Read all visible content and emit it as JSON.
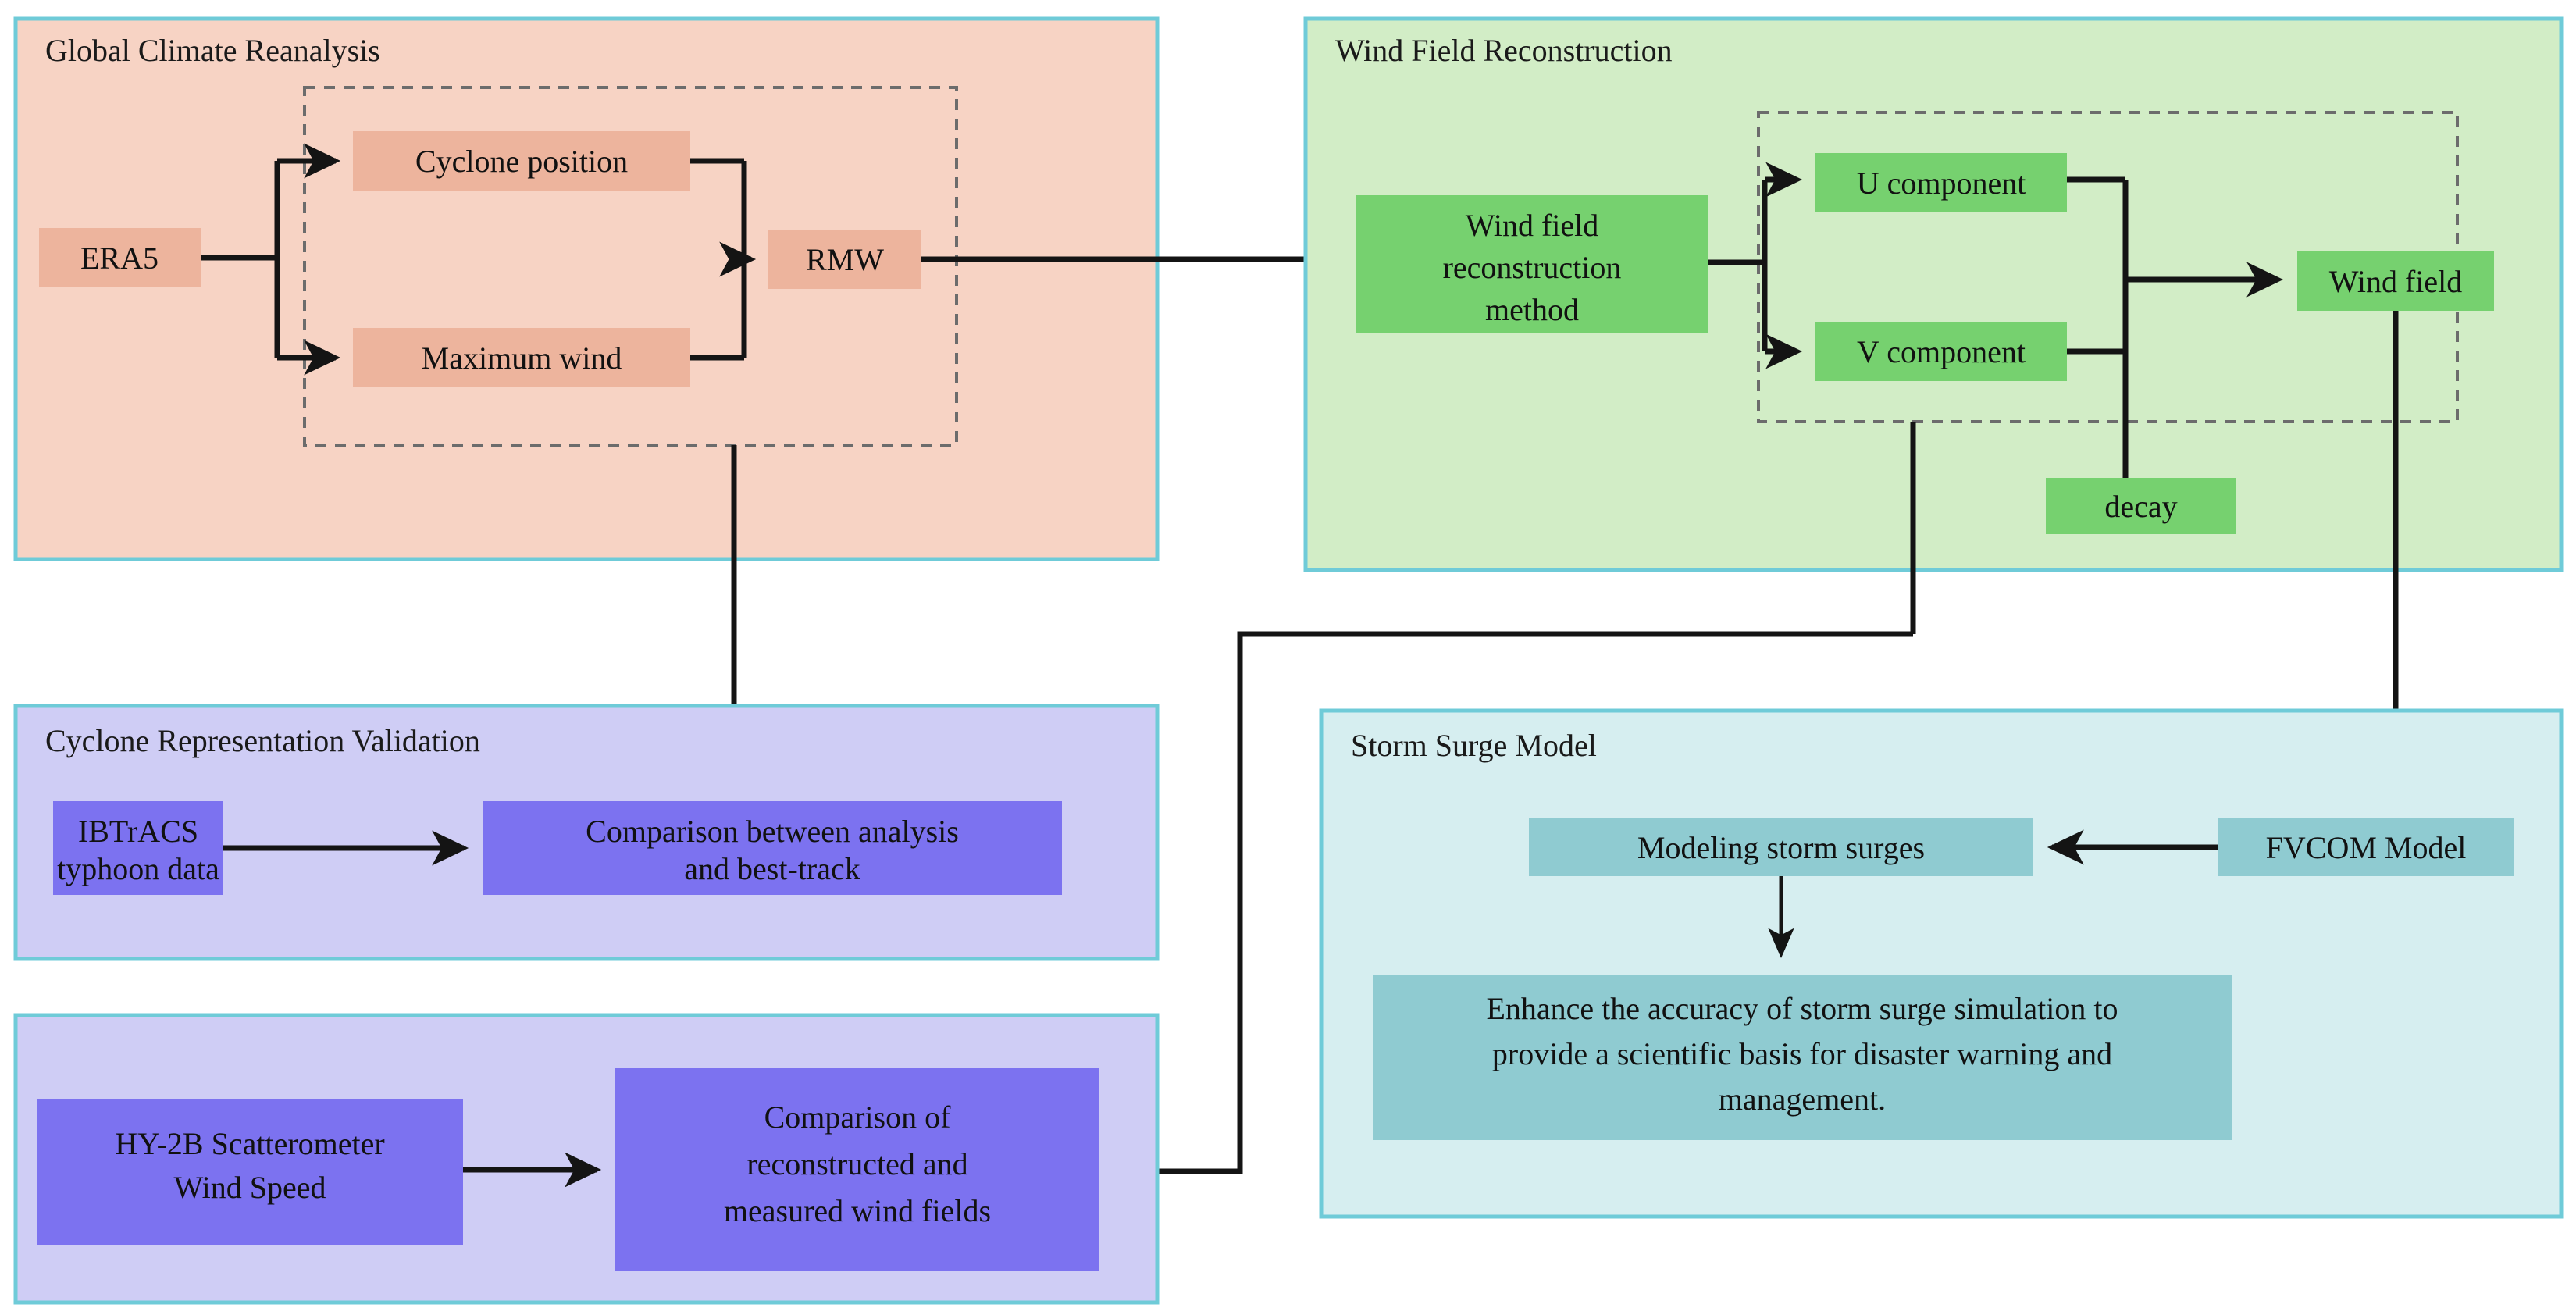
{
  "figure": {
    "type": "flowchart",
    "title": "Storm surge modeling workflow using ERA5 reanalysis and reconstructed wind fields",
    "background": "#ffffff",
    "panel_border_color": "#6fcbd8"
  },
  "panels": [
    {
      "id": "global-climate-reanalysis",
      "title": "Global Climate Reanalysis",
      "fill": "#f7d3c4",
      "node_fill": "#edb49d"
    },
    {
      "id": "wind-field-reconstruction",
      "title": "Wind Field Reconstruction",
      "fill": "#d2edc6",
      "node_fill": "#76d16f"
    },
    {
      "id": "cyclone-representation-validation",
      "title": "Cyclone Representation Validation",
      "fill": "#cfcdf5",
      "node_fill": "#7c72f0"
    },
    {
      "id": "scatterometer-validation",
      "title": "",
      "fill": "#cfcdf5",
      "node_fill": "#7c72f0"
    },
    {
      "id": "storm-surge-model",
      "title": "Storm Surge Model",
      "fill": "#d6eef0",
      "node_fill": "#8fcbd1"
    }
  ],
  "nodes": {
    "era5": "ERA5",
    "cyclone_position": "Cyclone position",
    "maximum_wind": "Maximum  wind",
    "rmw": "RMW",
    "wind_field_reconstruction_method_line1": "Wind  field",
    "wind_field_reconstruction_method_line2": "reconstruction",
    "wind_field_reconstruction_method_line3": "method",
    "u_component": "U component",
    "v_component": "V component",
    "wind_field": "Wind  field",
    "decay": "decay",
    "ibtracs_line1": "IBTrACS",
    "ibtracs_line2": "typhoon data",
    "comparison_best_track_line1": "Comparison between analysis",
    "comparison_best_track_line2": "and best-track",
    "hy2b_line1": "HY-2B Scatterometer",
    "hy2b_line2": "Wind Speed",
    "comparison_wind_fields_line1": "Comparison of",
    "comparison_wind_fields_line2": "reconstructed and",
    "comparison_wind_fields_line3": "measured wind fields",
    "fvcom_model": "FVCOM Model",
    "modeling_storm_surges": "Modeling storm surges",
    "enhance_line1": "Enhance the accuracy of storm surge simulation to",
    "enhance_line2": "provide a scientific basis for disaster warning  and",
    "enhance_line3": "management."
  },
  "edges": [
    {
      "from": "era5",
      "to": "cyclone_position",
      "arrow": true
    },
    {
      "from": "era5",
      "to": "maximum_wind",
      "arrow": true
    },
    {
      "from": "cyclone_position",
      "to": "rmw",
      "arrow": true
    },
    {
      "from": "maximum_wind",
      "to": "rmw",
      "arrow": true
    },
    {
      "from": "rmw",
      "to": "wind_field_reconstruction_method",
      "arrow": true
    },
    {
      "from": "rmw_group",
      "to": "comparison_best_track",
      "arrow": true
    },
    {
      "from": "wind_field_reconstruction_method",
      "to": "u_component",
      "arrow": true
    },
    {
      "from": "wind_field_reconstruction_method",
      "to": "v_component",
      "arrow": true
    },
    {
      "from": "u_component",
      "to": "wind_field",
      "arrow": true
    },
    {
      "from": "v_component",
      "to": "wind_field",
      "arrow": true
    },
    {
      "from": "decay",
      "to": "wind_field_merge",
      "arrow": false
    },
    {
      "from": "uv_group",
      "to": "comparison_wind_fields",
      "arrow": true
    },
    {
      "from": "wind_field",
      "to": "fvcom_model",
      "arrow": true
    },
    {
      "from": "fvcom_model",
      "to": "modeling_storm_surges",
      "arrow": true
    },
    {
      "from": "modeling_storm_surges",
      "to": "enhance",
      "arrow": true
    }
  ]
}
